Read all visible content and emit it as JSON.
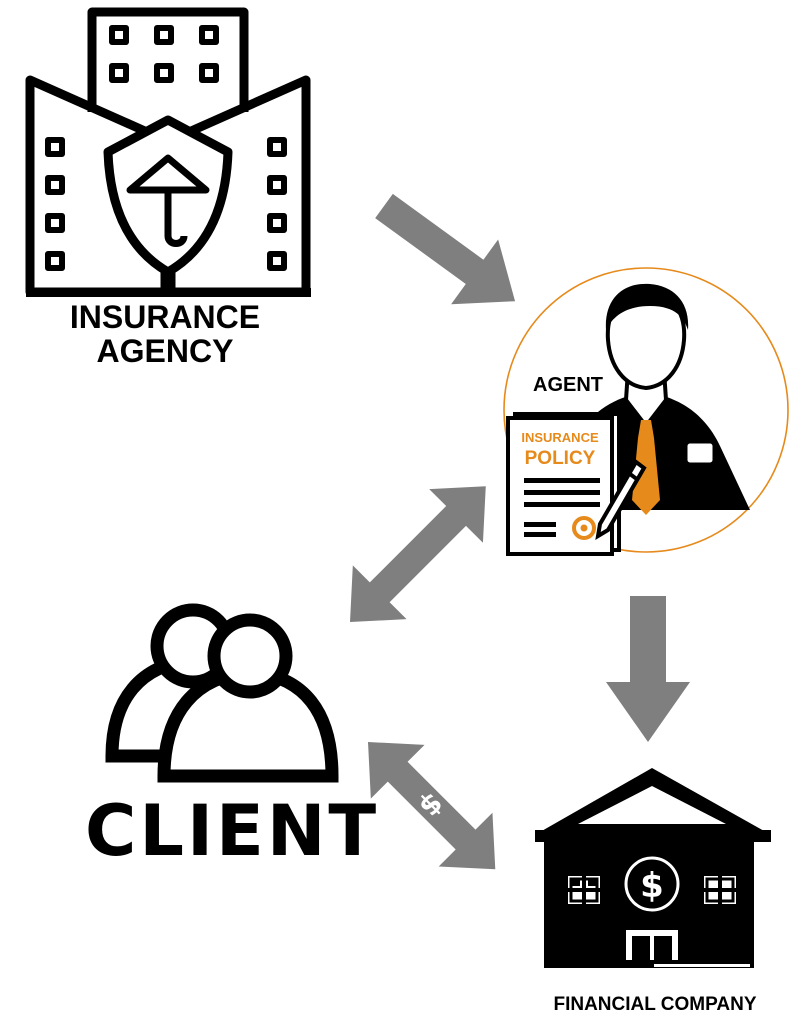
{
  "nodes": {
    "agency": {
      "label_line1": "INSURANCE",
      "label_line2": "AGENCY"
    },
    "agent": {
      "label": "AGENT",
      "doc_line1": "INSURANCE",
      "doc_line2": "POLICY"
    },
    "client": {
      "label": "CLIENT"
    },
    "financial": {
      "label": "FINANCIAL COMPANY",
      "dollar_symbol": "$"
    }
  },
  "edges": [
    {
      "from": "agency",
      "to": "agent",
      "direction": "one-way"
    },
    {
      "from": "agent",
      "to": "client",
      "direction": "two-way"
    },
    {
      "from": "agent",
      "to": "financial",
      "direction": "one-way"
    },
    {
      "from": "client",
      "to": "financial",
      "direction": "two-way",
      "label": "$"
    }
  ],
  "colors": {
    "arrow": "#7f7f7f",
    "accent": "#e68a1c",
    "icon": "#000000"
  }
}
